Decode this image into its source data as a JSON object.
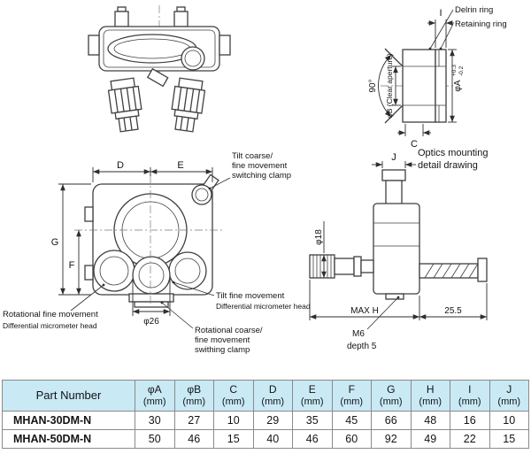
{
  "colors": {
    "line": "#3f3f3f",
    "table_header_bg": "#c9e9f5",
    "table_border": "#8a8a8a"
  },
  "detail_view": {
    "delrin_ring": "Delrin ring",
    "retaining_ring": "Retaining ring",
    "angle_90": "90°",
    "phi_b_label": "φB (Clear aperture)",
    "phi_a_label": "φA",
    "phi_a_tol_upper": "+0.3",
    "phi_a_tol_lower": "-0.2",
    "dim_i": "I",
    "dim_c": "C",
    "caption_line1": "Optics mounting",
    "caption_line2": "detail drawing"
  },
  "front_view": {
    "dim_d": "D",
    "dim_e": "E",
    "dim_g": "G",
    "dim_f": "F",
    "phi_26": "φ26",
    "tilt_clamp_l1": "Tilt coarse/",
    "tilt_clamp_l2": "fine movement",
    "tilt_clamp_l3": "switching clamp",
    "tilt_fine": "Tilt fine movement",
    "tilt_fine_head": "Differential micrometer head",
    "rot_fine": "Rotational fine movement",
    "rot_fine_head": "Differential micrometer head",
    "rot_clamp_l1": "Rotational coarse/",
    "rot_clamp_l2": "fine movement",
    "rot_clamp_l3": "swithing clamp"
  },
  "side_view": {
    "dim_j": "J",
    "phi_18": "φ18",
    "max_h": "MAX H",
    "dim_25_5": "25.5",
    "m6": "M6",
    "depth_5": "depth 5"
  },
  "table": {
    "part_number_header": "Part Number",
    "unit": "(mm)",
    "dim_symbols": [
      "φA",
      "φB",
      "C",
      "D",
      "E",
      "F",
      "G",
      "H",
      "I",
      "J"
    ],
    "rows": [
      {
        "part": "MHAN-30DM-N",
        "values": [
          30,
          27,
          10,
          29,
          35,
          45,
          66,
          48,
          16,
          10
        ]
      },
      {
        "part": "MHAN-50DM-N",
        "values": [
          50,
          46,
          15,
          40,
          46,
          60,
          92,
          49,
          22,
          15
        ]
      }
    ]
  }
}
